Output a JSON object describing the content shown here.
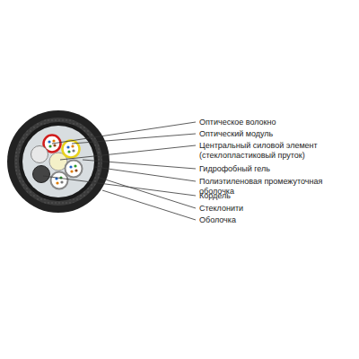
{
  "diagram": {
    "labels": [
      "Оптическое волокно",
      "Оптический модуль",
      "Центральный силовой элемент (стеклопластиковый пруток)",
      "Гидрофобный гель",
      "Полиэтиленовая промежуточная оболочка",
      "Кордель",
      "Стеклонити",
      "Оболочка"
    ]
  }
}
